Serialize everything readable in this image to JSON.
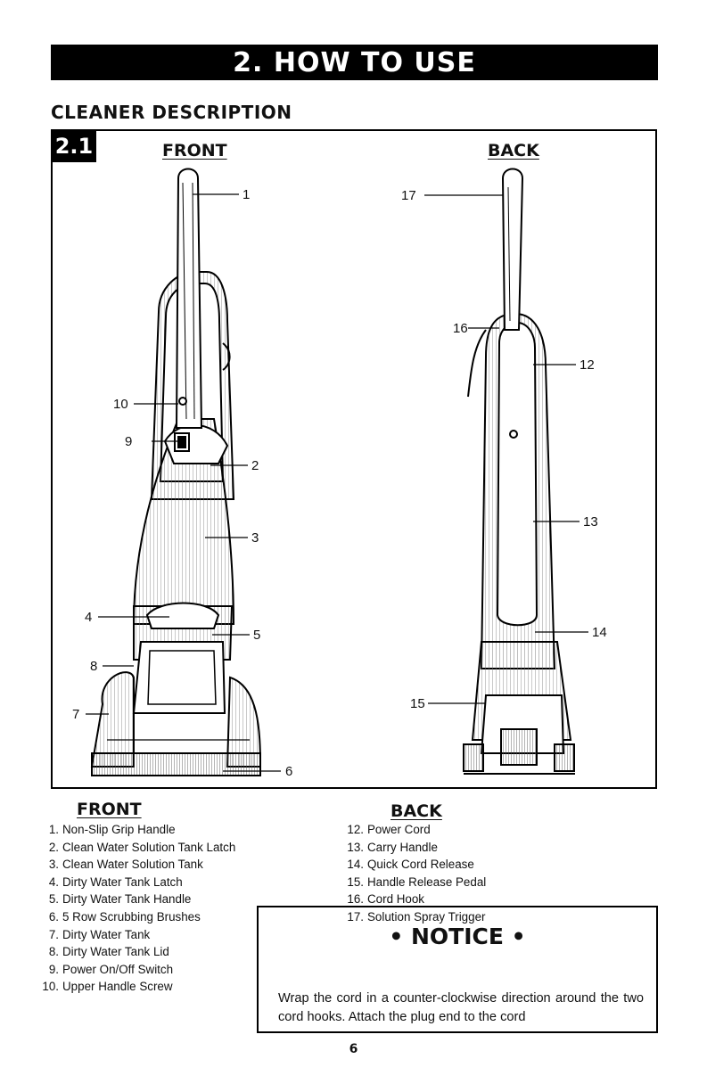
{
  "banner": {
    "title": "2. HOW TO USE"
  },
  "section": {
    "title": "CLEANER DESCRIPTION"
  },
  "figure": {
    "badge": "2.1",
    "front_heading": "FRONT",
    "back_heading": "BACK",
    "callouts": [
      "1",
      "2",
      "3",
      "4",
      "5",
      "6",
      "7",
      "8",
      "9",
      "10",
      "12",
      "13",
      "14",
      "15",
      "16",
      "17"
    ]
  },
  "front_list": {
    "heading": "FRONT",
    "items": [
      {
        "num": "1.",
        "text": "Non-Slip Grip Handle"
      },
      {
        "num": "2.",
        "text": "Clean Water Solution Tank Latch"
      },
      {
        "num": "3.",
        "text": "Clean Water Solution Tank"
      },
      {
        "num": "4.",
        "text": "Dirty Water Tank Latch"
      },
      {
        "num": "5.",
        "text": "Dirty Water Tank Handle"
      },
      {
        "num": "6.",
        "text": "5 Row Scrubbing Brushes"
      },
      {
        "num": "7.",
        "text": "Dirty Water Tank"
      },
      {
        "num": "8.",
        "text": "Dirty Water Tank Lid"
      },
      {
        "num": "9.",
        "text": "Power On/Off Switch"
      },
      {
        "num": "10.",
        "text": "Upper Handle Screw"
      }
    ]
  },
  "back_list": {
    "heading": "BACK",
    "items": [
      {
        "num": "12.",
        "text": "Power Cord"
      },
      {
        "num": "13.",
        "text": "Carry Handle"
      },
      {
        "num": "14.",
        "text": "Quick Cord Release"
      },
      {
        "num": "15.",
        "text": "Handle Release Pedal"
      },
      {
        "num": "16.",
        "text": "Cord Hook"
      },
      {
        "num": "17.",
        "text": "Solution Spray Trigger"
      }
    ]
  },
  "notice": {
    "title": "• NOTICE •",
    "text": "Wrap the cord in a counter-clockwise direction around the two cord hooks. Attach the plug end to the cord"
  },
  "page": {
    "number": "6"
  }
}
